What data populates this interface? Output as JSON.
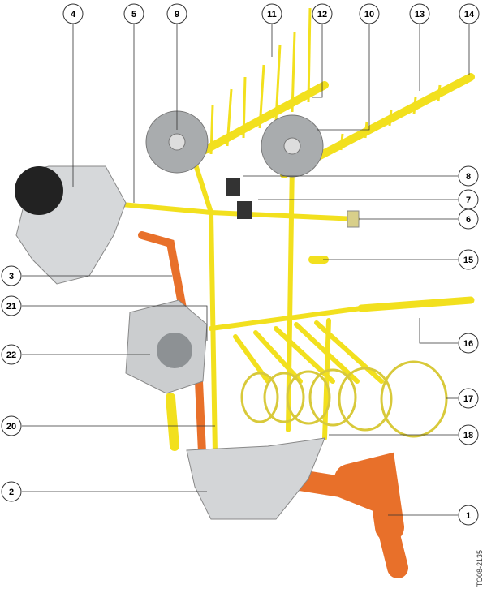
{
  "figure_code": "TO08-2135",
  "colors": {
    "oil_pressure": "#f2e01e",
    "oil_suction": "#e8702a",
    "component": "#c9ccd0"
  },
  "callouts": [
    "1",
    "2",
    "3",
    "4",
    "5",
    "6",
    "7",
    "8",
    "9",
    "10",
    "11",
    "12",
    "13",
    "14",
    "15",
    "16",
    "17",
    "18",
    "20",
    "21",
    "22"
  ]
}
